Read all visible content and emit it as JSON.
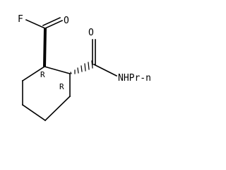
{
  "molecule": {
    "atoms": {
      "fluorine": "F",
      "carbonyl_oxygen_left": "O",
      "carbonyl_oxygen_right": "O",
      "amide_group": "NHPr-n"
    },
    "stereo_labels": {
      "left_center": "R",
      "right_center": "R"
    }
  }
}
